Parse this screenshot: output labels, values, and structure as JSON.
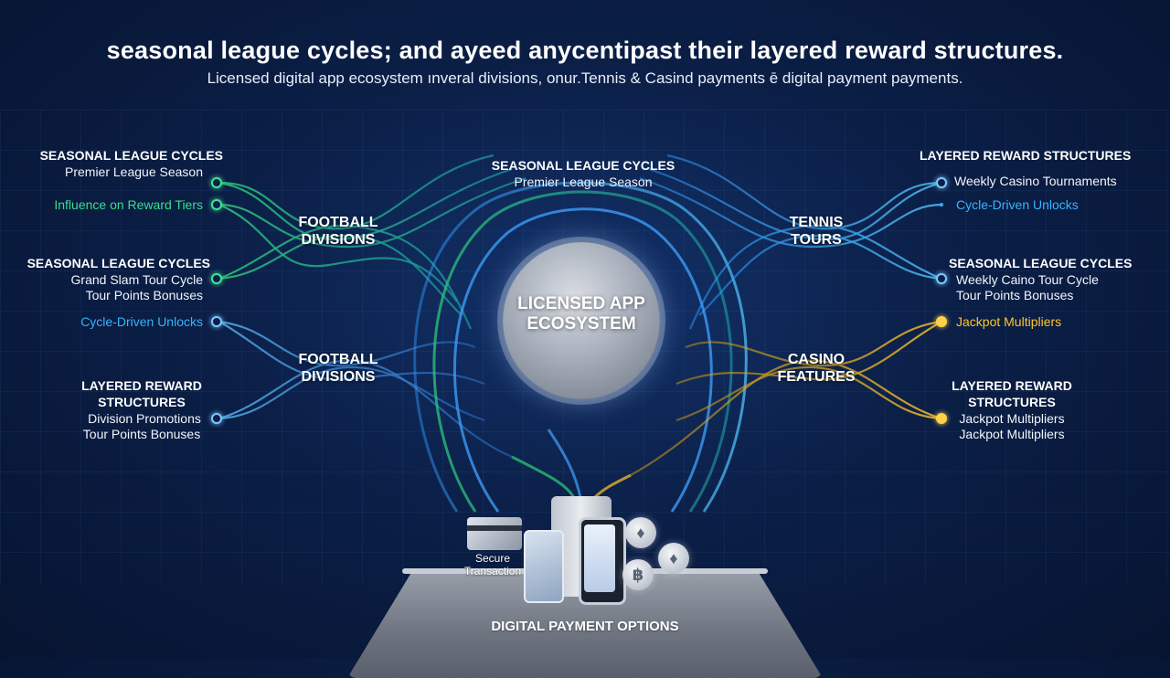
{
  "title": "seasonal league cycles; and ayeed anycentipast their layered reward structures.",
  "subtitle": "Licensed digital app ecosystem ınveral divisions, onur.Tennis & Casind payments ē digital payment payments.",
  "hub": {
    "label": "LICENSED APP ECOSYSTEM"
  },
  "nodes": {
    "football_top": "FOOTBALL DIVISIONS",
    "football_bottom": "FOOTBALL DIVISIONS",
    "tennis": "TENNIS TOURS",
    "casino": "CASINO FEATURES"
  },
  "center_top": {
    "heading": "SEASONAL LEAGUE CYCLES",
    "sub": "Premier League Season"
  },
  "left": {
    "block1": {
      "heading": "SEASONAL LEAGUE CYCLES",
      "line": "Premier League Season"
    },
    "influence": "Influence on Reward Tiers",
    "block2": {
      "heading": "SEASONAL LEAGUE CYCLES",
      "line1": "Grand Slam Tour Cycle",
      "line2": "Tour Points Bonuses"
    },
    "cycle": "Cycle-Driven Unlocks",
    "block3": {
      "heading1": "LAYERED REWARD",
      "heading2": "STRUCTURES",
      "line1": "Division Promotions",
      "line2": "Tour Points Bonuses"
    }
  },
  "right": {
    "block1": {
      "heading": "LAYERED REWARD STRUCTURES",
      "line": "Weekly Casino Tournaments"
    },
    "cycle": "Cycle-Driven Unlocks",
    "block2": {
      "heading": "SEASONAL LEAGUE CYCLES",
      "line1": "Weekly Caino Tour Cycle",
      "line2": "Tour Points Bonuses"
    },
    "jackpot": "Jackpot Multipliers",
    "block3": {
      "heading1": "LAYERED REWARD",
      "heading2": "STRUCTURES",
      "line1": "Jackpot Multipliers",
      "line2": "Jackpot Multipliers"
    }
  },
  "payments": {
    "secure_line1": "Secure",
    "secure_line2": "Transaction",
    "label": "DIGITAL PAYMENT OPTIONS",
    "coin_bitcoin": "฿",
    "coin_ethereum": "♦"
  },
  "colors": {
    "football": "#2fd07a",
    "tennis": "#2f9bff",
    "casino": "#f2b51c",
    "background": "#0b1f47"
  }
}
